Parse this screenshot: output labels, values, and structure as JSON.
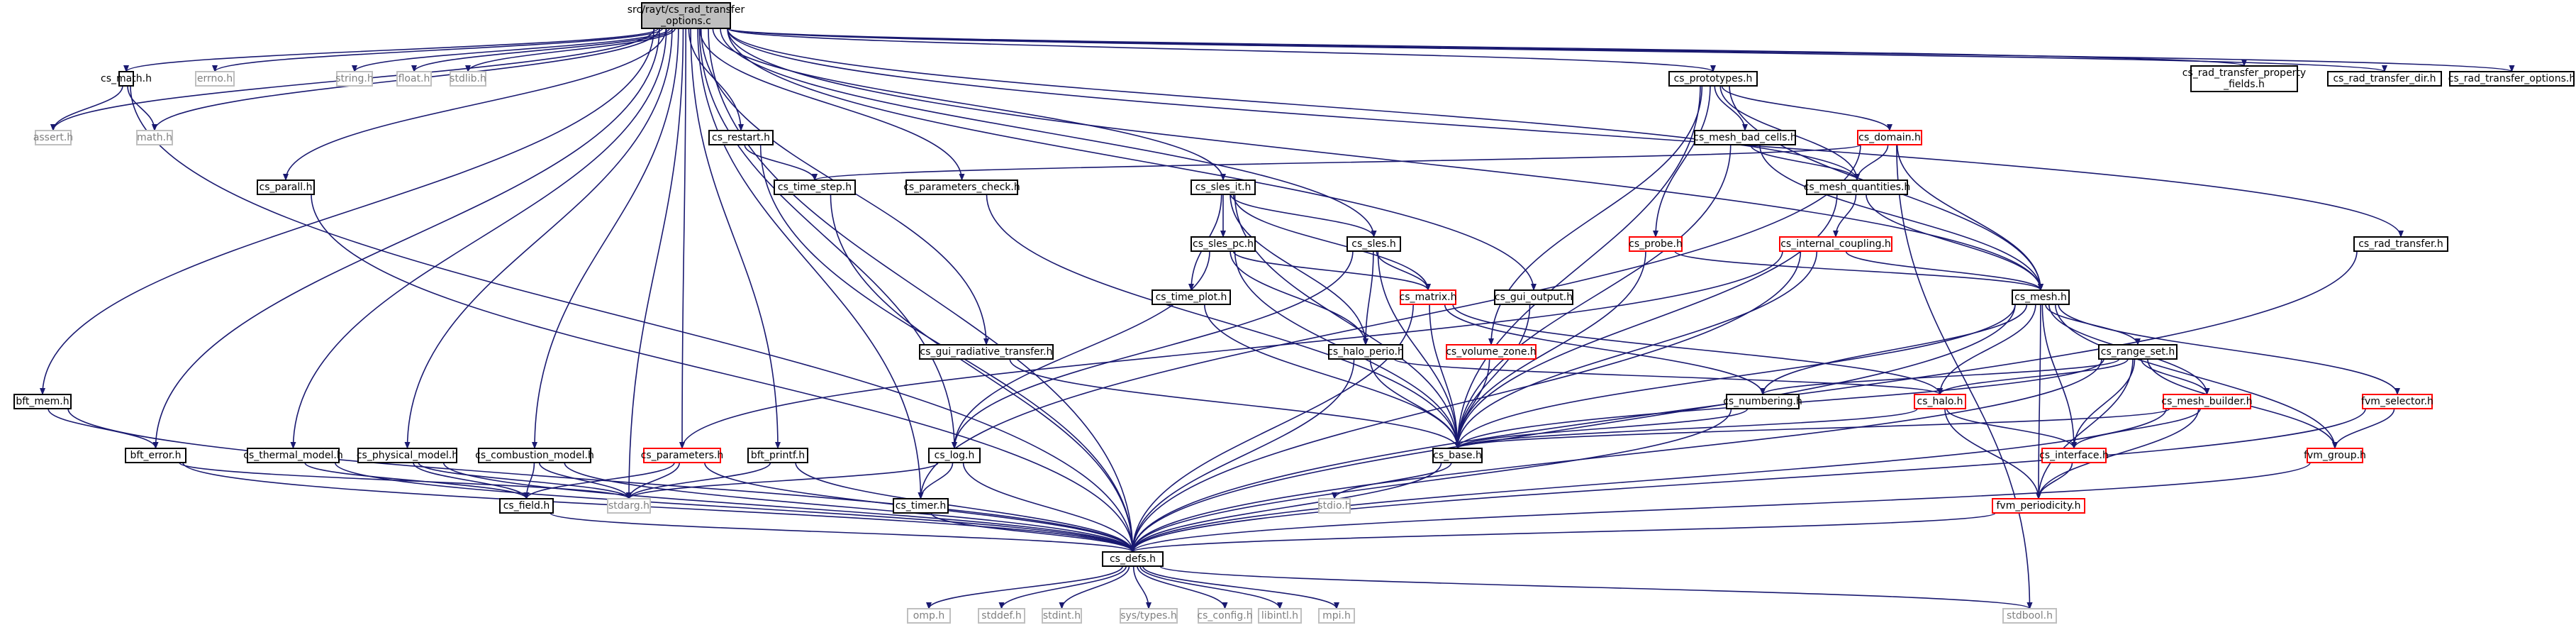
{
  "graph": {
    "root": "src/rayt/cs_rad_transfer_options.c",
    "colors": {
      "edge": "#191970",
      "root_fill": "#bfbfbf",
      "node_border": "#000000",
      "red_border": "#ff0000",
      "gray_border": "#bfbfbf",
      "gray_text": "#808080",
      "text": "#000000"
    },
    "nodes": [
      {
        "id": "root",
        "lines": [
          "src/rayt/cs_rad_transfer",
          "_options.c"
        ],
        "style": "root"
      },
      {
        "id": "cs_math",
        "lines": [
          "cs_math.h"
        ],
        "style": "black"
      },
      {
        "id": "errno",
        "lines": [
          "errno.h"
        ],
        "style": "gray"
      },
      {
        "id": "string",
        "lines": [
          "string.h"
        ],
        "style": "gray"
      },
      {
        "id": "float",
        "lines": [
          "float.h"
        ],
        "style": "gray"
      },
      {
        "id": "stdlib",
        "lines": [
          "stdlib.h"
        ],
        "style": "gray"
      },
      {
        "id": "cs_prototypes",
        "lines": [
          "cs_prototypes.h"
        ],
        "style": "black"
      },
      {
        "id": "rtpf",
        "lines": [
          "cs_rad_transfer_property",
          "_fields.h"
        ],
        "style": "black"
      },
      {
        "id": "rtdir",
        "lines": [
          "cs_rad_transfer_dir.h"
        ],
        "style": "black"
      },
      {
        "id": "rtopt",
        "lines": [
          "cs_rad_transfer_options.h"
        ],
        "style": "black"
      },
      {
        "id": "assert",
        "lines": [
          "assert.h"
        ],
        "style": "gray"
      },
      {
        "id": "math",
        "lines": [
          "math.h"
        ],
        "style": "gray"
      },
      {
        "id": "cs_restart",
        "lines": [
          "cs_restart.h"
        ],
        "style": "black"
      },
      {
        "id": "cs_parall",
        "lines": [
          "cs_parall.h"
        ],
        "style": "black"
      },
      {
        "id": "cs_mesh_bad_cells",
        "lines": [
          "cs_mesh_bad_cells.h"
        ],
        "style": "black"
      },
      {
        "id": "cs_domain",
        "lines": [
          "cs_domain.h"
        ],
        "style": "red"
      },
      {
        "id": "cs_time_step",
        "lines": [
          "cs_time_step.h"
        ],
        "style": "black"
      },
      {
        "id": "cs_params_check",
        "lines": [
          "cs_parameters_check.h"
        ],
        "style": "black"
      },
      {
        "id": "cs_sles_it",
        "lines": [
          "cs_sles_it.h"
        ],
        "style": "black"
      },
      {
        "id": "cs_mesh_quantities",
        "lines": [
          "cs_mesh_quantities.h"
        ],
        "style": "black"
      },
      {
        "id": "cs_rad_transfer",
        "lines": [
          "cs_rad_transfer.h"
        ],
        "style": "black"
      },
      {
        "id": "cs_sles_pc",
        "lines": [
          "cs_sles_pc.h"
        ],
        "style": "black"
      },
      {
        "id": "cs_sles",
        "lines": [
          "cs_sles.h"
        ],
        "style": "black"
      },
      {
        "id": "cs_probe",
        "lines": [
          "cs_probe.h"
        ],
        "style": "red"
      },
      {
        "id": "cs_internal_coupling",
        "lines": [
          "cs_internal_coupling.h"
        ],
        "style": "red"
      },
      {
        "id": "cs_time_plot",
        "lines": [
          "cs_time_plot.h"
        ],
        "style": "black"
      },
      {
        "id": "cs_matrix",
        "lines": [
          "cs_matrix.h"
        ],
        "style": "red"
      },
      {
        "id": "cs_gui_output",
        "lines": [
          "cs_gui_output.h"
        ],
        "style": "black"
      },
      {
        "id": "cs_mesh",
        "lines": [
          "cs_mesh.h"
        ],
        "style": "black"
      },
      {
        "id": "cs_gui_rt",
        "lines": [
          "cs_gui_radiative_transfer.h"
        ],
        "style": "black"
      },
      {
        "id": "cs_halo_perio",
        "lines": [
          "cs_halo_perio.h"
        ],
        "style": "black"
      },
      {
        "id": "cs_volume_zone",
        "lines": [
          "cs_volume_zone.h"
        ],
        "style": "red"
      },
      {
        "id": "cs_range_set",
        "lines": [
          "cs_range_set.h"
        ],
        "style": "black"
      },
      {
        "id": "bft_mem",
        "lines": [
          "bft_mem.h"
        ],
        "style": "black"
      },
      {
        "id": "cs_numbering",
        "lines": [
          "cs_numbering.h"
        ],
        "style": "black"
      },
      {
        "id": "cs_halo",
        "lines": [
          "cs_halo.h"
        ],
        "style": "red"
      },
      {
        "id": "cs_mesh_builder",
        "lines": [
          "cs_mesh_builder.h"
        ],
        "style": "red"
      },
      {
        "id": "fvm_selector",
        "lines": [
          "fvm_selector.h"
        ],
        "style": "red"
      },
      {
        "id": "bft_error",
        "lines": [
          "bft_error.h"
        ],
        "style": "black"
      },
      {
        "id": "cs_thermal_model",
        "lines": [
          "cs_thermal_model.h"
        ],
        "style": "black"
      },
      {
        "id": "cs_physical_model",
        "lines": [
          "cs_physical_model.h"
        ],
        "style": "black"
      },
      {
        "id": "cs_combustion_model",
        "lines": [
          "cs_combustion_model.h"
        ],
        "style": "black"
      },
      {
        "id": "cs_parameters",
        "lines": [
          "cs_parameters.h"
        ],
        "style": "red"
      },
      {
        "id": "bft_printf",
        "lines": [
          "bft_printf.h"
        ],
        "style": "black"
      },
      {
        "id": "cs_log",
        "lines": [
          "cs_log.h"
        ],
        "style": "black"
      },
      {
        "id": "cs_base",
        "lines": [
          "cs_base.h"
        ],
        "style": "black"
      },
      {
        "id": "cs_interface",
        "lines": [
          "cs_interface.h"
        ],
        "style": "red"
      },
      {
        "id": "fvm_group",
        "lines": [
          "fvm_group.h"
        ],
        "style": "red"
      },
      {
        "id": "stdarg",
        "lines": [
          "stdarg.h"
        ],
        "style": "gray"
      },
      {
        "id": "cs_field",
        "lines": [
          "cs_field.h"
        ],
        "style": "black"
      },
      {
        "id": "stdio",
        "lines": [
          "stdio.h"
        ],
        "style": "gray"
      },
      {
        "id": "cs_timer",
        "lines": [
          "cs_timer.h"
        ],
        "style": "black"
      },
      {
        "id": "fvm_periodicity",
        "lines": [
          "fvm_periodicity.h"
        ],
        "style": "red"
      },
      {
        "id": "cs_defs",
        "lines": [
          "cs_defs.h"
        ],
        "style": "black"
      },
      {
        "id": "omp",
        "lines": [
          "omp.h"
        ],
        "style": "gray"
      },
      {
        "id": "stddef",
        "lines": [
          "stddef.h"
        ],
        "style": "gray"
      },
      {
        "id": "stdint",
        "lines": [
          "stdint.h"
        ],
        "style": "gray"
      },
      {
        "id": "systypes",
        "lines": [
          "sys/types.h"
        ],
        "style": "gray"
      },
      {
        "id": "cs_config",
        "lines": [
          "cs_config.h"
        ],
        "style": "gray"
      },
      {
        "id": "libintl",
        "lines": [
          "libintl.h"
        ],
        "style": "gray"
      },
      {
        "id": "mpi",
        "lines": [
          "mpi.h"
        ],
        "style": "gray"
      },
      {
        "id": "stdbool",
        "lines": [
          "stdbool.h"
        ],
        "style": "gray"
      }
    ],
    "edges": [
      [
        "root",
        "cs_math"
      ],
      [
        "root",
        "errno"
      ],
      [
        "root",
        "string"
      ],
      [
        "root",
        "float"
      ],
      [
        "root",
        "stdlib"
      ],
      [
        "root",
        "cs_prototypes"
      ],
      [
        "root",
        "rtpf"
      ],
      [
        "root",
        "rtdir"
      ],
      [
        "root",
        "rtopt"
      ],
      [
        "root",
        "assert"
      ],
      [
        "root",
        "math"
      ],
      [
        "root",
        "cs_restart"
      ],
      [
        "root",
        "cs_parall"
      ],
      [
        "root",
        "cs_params_check"
      ],
      [
        "root",
        "cs_sles_it"
      ],
      [
        "root",
        "cs_mesh_quantities"
      ],
      [
        "root",
        "cs_rad_transfer"
      ],
      [
        "root",
        "cs_sles"
      ],
      [
        "root",
        "cs_gui_output"
      ],
      [
        "root",
        "cs_mesh"
      ],
      [
        "root",
        "cs_gui_rt"
      ],
      [
        "root",
        "bft_mem"
      ],
      [
        "root",
        "bft_error"
      ],
      [
        "root",
        "cs_thermal_model"
      ],
      [
        "root",
        "cs_physical_model"
      ],
      [
        "root",
        "cs_combustion_model"
      ],
      [
        "root",
        "cs_parameters"
      ],
      [
        "root",
        "bft_printf"
      ],
      [
        "root",
        "cs_log"
      ],
      [
        "root",
        "stdarg"
      ],
      [
        "root",
        "cs_timer"
      ],
      [
        "root",
        "cs_defs"
      ],
      [
        "cs_math",
        "assert"
      ],
      [
        "cs_math",
        "math"
      ],
      [
        "cs_math",
        "cs_defs"
      ],
      [
        "cs_restart",
        "cs_time_step"
      ],
      [
        "cs_restart",
        "cs_defs"
      ],
      [
        "cs_parall",
        "cs_defs"
      ],
      [
        "cs_prototypes",
        "cs_mesh_bad_cells"
      ],
      [
        "cs_prototypes",
        "cs_domain"
      ],
      [
        "cs_prototypes",
        "cs_mesh_quantities"
      ],
      [
        "cs_prototypes",
        "cs_probe"
      ],
      [
        "cs_prototypes",
        "cs_volume_zone"
      ],
      [
        "cs_prototypes",
        "cs_mesh"
      ],
      [
        "cs_prototypes",
        "cs_base"
      ],
      [
        "cs_mesh_bad_cells",
        "cs_mesh_quantities"
      ],
      [
        "cs_mesh_bad_cells",
        "cs_mesh"
      ],
      [
        "cs_mesh_bad_cells",
        "cs_base"
      ],
      [
        "cs_domain",
        "cs_time_step"
      ],
      [
        "cs_domain",
        "cs_mesh_quantities"
      ],
      [
        "cs_domain",
        "cs_mesh"
      ],
      [
        "cs_domain",
        "cs_timer"
      ],
      [
        "cs_domain",
        "stdbool"
      ],
      [
        "cs_time_step",
        "cs_defs"
      ],
      [
        "cs_params_check",
        "cs_base"
      ],
      [
        "cs_sles_it",
        "cs_sles_pc"
      ],
      [
        "cs_sles_it",
        "cs_sles"
      ],
      [
        "cs_sles_it",
        "cs_time_plot"
      ],
      [
        "cs_sles_it",
        "cs_matrix"
      ],
      [
        "cs_sles_it",
        "cs_halo_perio"
      ],
      [
        "cs_sles_it",
        "cs_base"
      ],
      [
        "cs_sles_pc",
        "cs_matrix"
      ],
      [
        "cs_sles_pc",
        "cs_halo_perio"
      ],
      [
        "cs_sles_pc",
        "cs_base"
      ],
      [
        "cs_sles_pc",
        "cs_log"
      ],
      [
        "cs_sles",
        "cs_matrix"
      ],
      [
        "cs_sles",
        "cs_halo_perio"
      ],
      [
        "cs_sles",
        "cs_base"
      ],
      [
        "cs_sles",
        "cs_log"
      ],
      [
        "cs_mesh_quantities",
        "cs_internal_coupling"
      ],
      [
        "cs_mesh_quantities",
        "cs_mesh"
      ],
      [
        "cs_mesh_quantities",
        "cs_base"
      ],
      [
        "cs_internal_coupling",
        "cs_mesh"
      ],
      [
        "cs_internal_coupling",
        "cs_parameters"
      ],
      [
        "cs_internal_coupling",
        "cs_base"
      ],
      [
        "cs_internal_coupling",
        "cs_defs"
      ],
      [
        "cs_probe",
        "cs_mesh"
      ],
      [
        "cs_probe",
        "cs_base"
      ],
      [
        "cs_time_plot",
        "cs_base"
      ],
      [
        "cs_matrix",
        "cs_halo"
      ],
      [
        "cs_matrix",
        "cs_numbering"
      ],
      [
        "cs_matrix",
        "cs_base"
      ],
      [
        "cs_matrix",
        "cs_defs"
      ],
      [
        "cs_gui_output",
        "cs_base"
      ],
      [
        "cs_gui_rt",
        "cs_base"
      ],
      [
        "cs_volume_zone",
        "cs_base"
      ],
      [
        "cs_halo_perio",
        "cs_halo"
      ],
      [
        "cs_halo_perio",
        "cs_base"
      ],
      [
        "cs_halo_perio",
        "cs_defs"
      ],
      [
        "cs_rad_transfer",
        "cs_defs"
      ],
      [
        "cs_mesh",
        "cs_range_set"
      ],
      [
        "cs_mesh",
        "cs_numbering"
      ],
      [
        "cs_mesh",
        "cs_halo"
      ],
      [
        "cs_mesh",
        "cs_mesh_builder"
      ],
      [
        "cs_mesh",
        "fvm_selector"
      ],
      [
        "cs_mesh",
        "cs_interface"
      ],
      [
        "cs_mesh",
        "fvm_group"
      ],
      [
        "cs_mesh",
        "fvm_periodicity"
      ],
      [
        "cs_mesh",
        "cs_base"
      ],
      [
        "cs_mesh",
        "cs_defs"
      ],
      [
        "cs_range_set",
        "cs_numbering"
      ],
      [
        "cs_range_set",
        "cs_halo"
      ],
      [
        "cs_range_set",
        "cs_mesh_builder"
      ],
      [
        "cs_range_set",
        "cs_interface"
      ],
      [
        "cs_range_set",
        "fvm_periodicity"
      ],
      [
        "cs_range_set",
        "fvm_group"
      ],
      [
        "cs_range_set",
        "cs_base"
      ],
      [
        "cs_range_set",
        "cs_defs"
      ],
      [
        "cs_numbering",
        "cs_base"
      ],
      [
        "cs_numbering",
        "cs_defs"
      ],
      [
        "cs_halo",
        "cs_interface"
      ],
      [
        "cs_halo",
        "fvm_periodicity"
      ],
      [
        "cs_halo",
        "cs_base"
      ],
      [
        "cs_mesh_builder",
        "cs_interface"
      ],
      [
        "cs_mesh_builder",
        "fvm_periodicity"
      ],
      [
        "cs_mesh_builder",
        "cs_base"
      ],
      [
        "cs_mesh_builder",
        "cs_defs"
      ],
      [
        "fvm_selector",
        "fvm_group"
      ],
      [
        "fvm_selector",
        "cs_defs"
      ],
      [
        "fvm_group",
        "cs_defs"
      ],
      [
        "cs_interface",
        "fvm_periodicity"
      ],
      [
        "fvm_periodicity",
        "cs_defs"
      ],
      [
        "bft_mem",
        "bft_error"
      ],
      [
        "bft_mem",
        "cs_defs"
      ],
      [
        "bft_error",
        "stdarg"
      ],
      [
        "bft_error",
        "cs_defs"
      ],
      [
        "cs_thermal_model",
        "cs_field"
      ],
      [
        "cs_thermal_model",
        "cs_defs"
      ],
      [
        "cs_physical_model",
        "cs_field"
      ],
      [
        "cs_physical_model",
        "stdarg"
      ],
      [
        "cs_physical_model",
        "cs_defs"
      ],
      [
        "cs_combustion_model",
        "cs_field"
      ],
      [
        "cs_combustion_model",
        "stdarg"
      ],
      [
        "cs_combustion_model",
        "cs_defs"
      ],
      [
        "cs_parameters",
        "cs_field"
      ],
      [
        "cs_parameters",
        "stdarg"
      ],
      [
        "cs_parameters",
        "cs_defs"
      ],
      [
        "bft_printf",
        "stdarg"
      ],
      [
        "bft_printf",
        "cs_defs"
      ],
      [
        "cs_log",
        "stdarg"
      ],
      [
        "cs_log",
        "cs_timer"
      ],
      [
        "cs_log",
        "cs_defs"
      ],
      [
        "cs_base",
        "stdio"
      ],
      [
        "cs_base",
        "cs_defs"
      ],
      [
        "cs_field",
        "cs_defs"
      ],
      [
        "cs_timer",
        "cs_defs"
      ],
      [
        "cs_defs",
        "omp"
      ],
      [
        "cs_defs",
        "stddef"
      ],
      [
        "cs_defs",
        "stdint"
      ],
      [
        "cs_defs",
        "systypes"
      ],
      [
        "cs_defs",
        "cs_config"
      ],
      [
        "cs_defs",
        "libintl"
      ],
      [
        "cs_defs",
        "mpi"
      ],
      [
        "cs_defs",
        "stdbool"
      ]
    ]
  }
}
